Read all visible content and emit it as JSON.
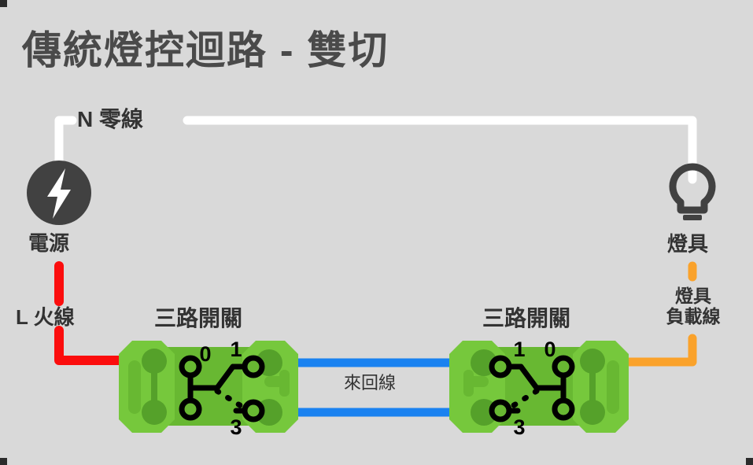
{
  "page": {
    "title": "傳統燈控迴路 - 雙切",
    "background_color": "#d9d9d9",
    "title_color": "#4a4a4a"
  },
  "colors": {
    "neutral_wire": "#ffffff",
    "live_wire": "#fb0d0d",
    "traveler_wire": "#1a82f0",
    "load_wire": "#faa22b",
    "switch_body_light": "#76c83c",
    "switch_body_mid": "#68b832",
    "switch_body_dark": "#55a12a",
    "icon_dark": "#414141",
    "terminal_black": "#000000"
  },
  "labels": {
    "neutral": "N 零線",
    "source": "電源",
    "live": "L 火線",
    "switch_left": "三路開關",
    "switch_right": "三路開關",
    "traveler": "來回線",
    "lamp": "燈具",
    "load_line_1": "燈具",
    "load_line_2": "負載線"
  },
  "icons": {
    "power": "lightning-bolt-icon",
    "lamp": "light-bulb-icon"
  },
  "switch_left": {
    "type": "three-way-switch",
    "terminals": [
      "0",
      "1",
      "3"
    ],
    "common_terminal": "0",
    "connected_terminal": "1",
    "open_terminal": "3",
    "orientation": "common-left"
  },
  "switch_right": {
    "type": "three-way-switch",
    "terminals": [
      "1",
      "0",
      "3"
    ],
    "common_terminal": "0",
    "connected_terminal": "1",
    "open_terminal": "3",
    "orientation": "common-right"
  },
  "wires": [
    {
      "name": "neutral",
      "label": "N 零線",
      "color": "#ffffff",
      "from": "電源",
      "to": "燈具"
    },
    {
      "name": "live",
      "label": "L 火線",
      "color": "#fb0d0d",
      "from": "電源",
      "to": "三路開關"
    },
    {
      "name": "traveler-top",
      "label": "來回線",
      "color": "#1a82f0",
      "from": "三路開關",
      "to": "三路開關"
    },
    {
      "name": "traveler-bottom",
      "label": "來回線",
      "color": "#1a82f0",
      "from": "三路開關",
      "to": "三路開關"
    },
    {
      "name": "load",
      "label": "燈具負載線",
      "color": "#faa22b",
      "from": "三路開關",
      "to": "燈具"
    }
  ]
}
